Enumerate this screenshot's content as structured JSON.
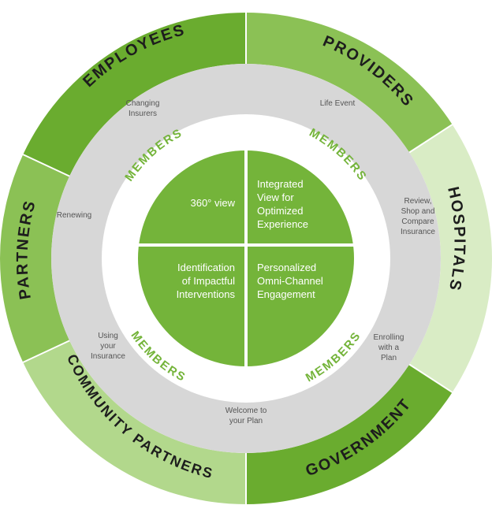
{
  "colors": {
    "seg_dark": "#6aac2f",
    "seg_mid": "#8bc155",
    "seg_light": "#b2d88c",
    "seg_pale": "#d9ecc5",
    "grey_ring": "#d7d7d7",
    "core_green": "#74b43a",
    "member_green": "#74b43a",
    "stage_text": "#555555"
  },
  "outer_ring": {
    "employees": "EMPLOYEES",
    "providers": "PROVIDERS",
    "hospitals": "HOSPITALS",
    "government": "GOVERNMENT",
    "community_partners": "COMMUNITY PARTNERS",
    "partners": "PARTNERS"
  },
  "journey_stages": {
    "changing_insurers": [
      "Changing",
      "Insurers"
    ],
    "life_event": [
      "Life Event"
    ],
    "review_shop_compare": [
      "Review,",
      "Shop and",
      "Compare",
      "Insurance"
    ],
    "enrolling": [
      "Enrolling",
      "with a",
      "Plan"
    ],
    "welcome": [
      "Welcome to",
      "your Plan"
    ],
    "using": [
      "Using",
      "your",
      "Insurance"
    ],
    "renewing": [
      "Renewing"
    ]
  },
  "members_label": "MEMBERS",
  "core": {
    "top_left": [
      "360° view"
    ],
    "top_right": [
      "Integrated",
      "View for",
      "Optimized",
      "Experience"
    ],
    "bottom_left": [
      "Identification",
      "of Impactful",
      "Interventions"
    ],
    "bottom_right": [
      "Personalized",
      "Omni-Channel",
      "Engagement"
    ]
  }
}
